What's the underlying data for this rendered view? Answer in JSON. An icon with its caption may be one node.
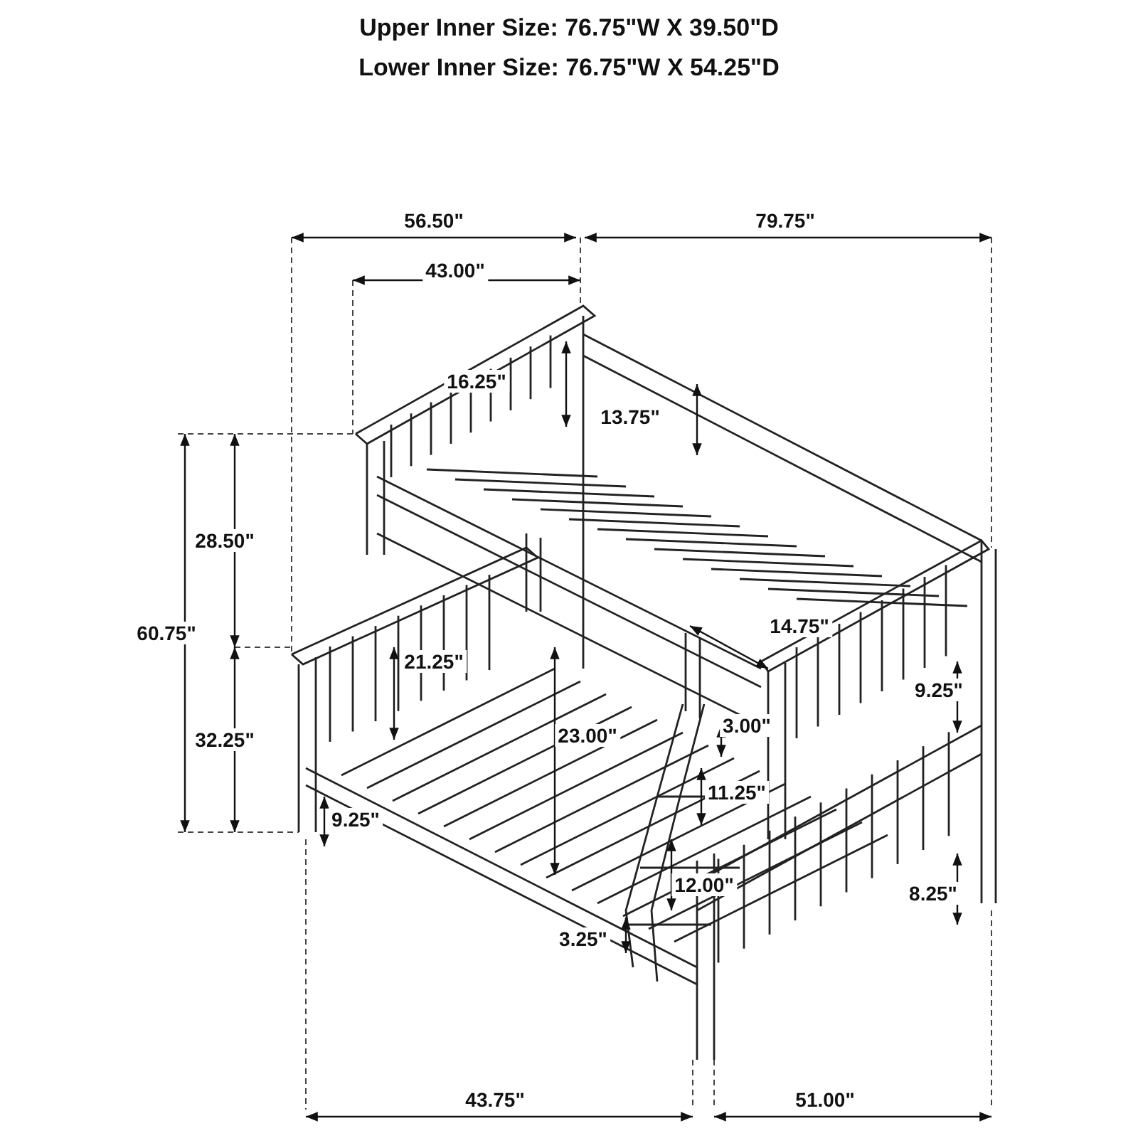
{
  "diagram": {
    "labels": [
      "Upper Inner Size: 76.75\"W X 39.50\"D",
      "Lower Inner Size: 76.75\"W X 54.25\"D",
      "56.50\"",
      "79.75\"",
      "43.00\"",
      "16.25\"",
      "13.75\"",
      "28.50\"",
      "14.75\"",
      "60.75\"",
      "21.25\"",
      "9.25\"",
      "3.00\"",
      "23.00\"",
      "32.25\"",
      "11.25\"",
      "9.25\"",
      "12.00\"",
      "8.25\"",
      "3.25\"",
      "43.75\"",
      "51.00\""
    ]
  }
}
